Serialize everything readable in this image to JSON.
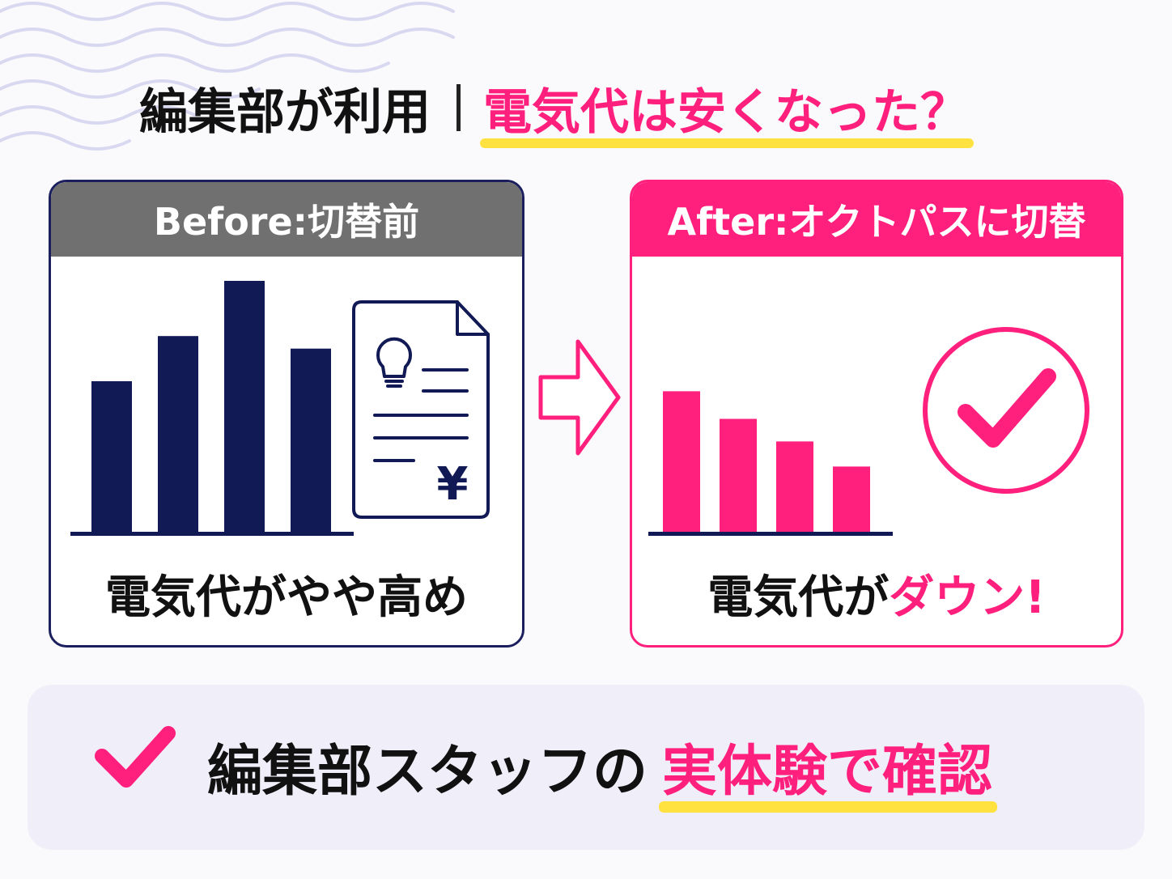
{
  "title": {
    "left": "編集部が利用",
    "right": "電気代は安くなった？"
  },
  "before": {
    "header": "Before:切替前",
    "caption": "電気代がやや高め",
    "bars": [
      0.6,
      0.78,
      1.0,
      0.73
    ],
    "icon": "electricity-bill-document-icon",
    "currency_symbol": "¥",
    "color": "#111a55"
  },
  "after": {
    "header": "After:オクトパスに切替",
    "caption_prefix": "電気代が",
    "caption_highlight": "ダウン!",
    "bars": [
      0.56,
      0.45,
      0.36,
      0.26
    ],
    "icon": "circle-check-icon",
    "color": "#ff1f7d"
  },
  "arrow_icon": "right-arrow-icon",
  "banner": {
    "icon": "check-icon",
    "text_prefix": "編集部スタッフの",
    "text_highlight": "実体験で確認"
  },
  "colors": {
    "accent": "#ff1f7d",
    "navy": "#111a55",
    "highlight": "#ffe23f",
    "gray_header": "#707070"
  }
}
